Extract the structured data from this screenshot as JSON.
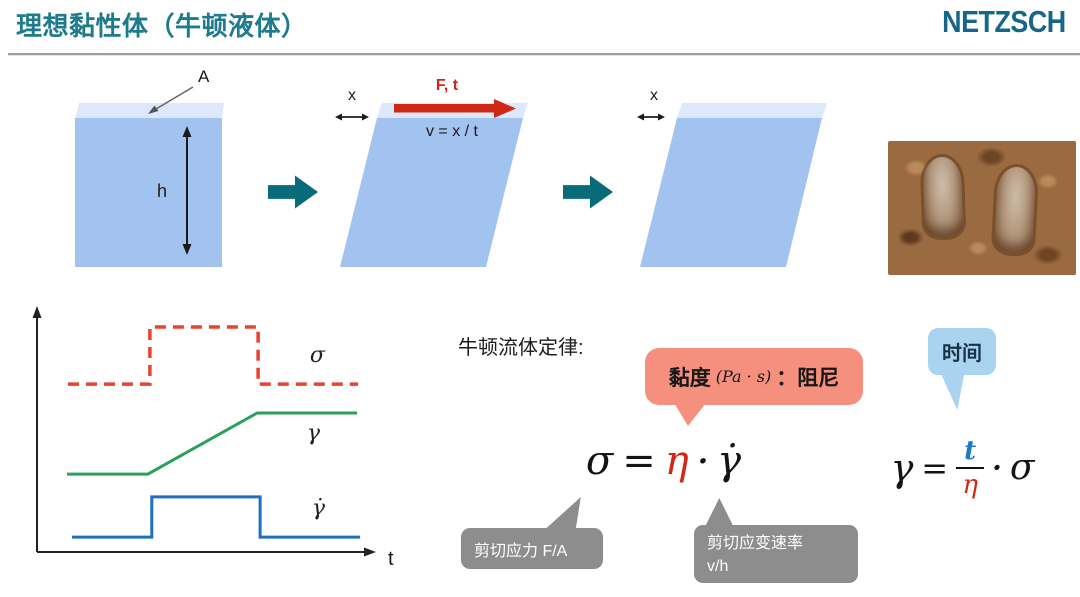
{
  "colors": {
    "title": "#1e7b8c",
    "logo": "#14678a",
    "block_body": "#a2c2f0",
    "block_top": "#dce8fb",
    "teal_arrow": "#086b79",
    "red_accent": "#d02815",
    "pink_bubble": "#f5907e",
    "blue_bubble": "#a9d3ef",
    "gray_bubble": "#8d8d8d",
    "formula_blue": "#1f78c8",
    "ink": "#1b1b1b"
  },
  "header": {
    "title": "理想黏性体（牛顿液体）",
    "logo_text": "NETZSCH"
  },
  "deformation_diagrams": {
    "block1": {
      "area_label": "A",
      "height_label": "h"
    },
    "block2": {
      "displacement_label": "x",
      "force_label": "F, t",
      "velocity_label": "v = x / t"
    },
    "block3": {
      "displacement_label": "x"
    },
    "photo_alt": "footprints-in-mud"
  },
  "chart_data": {
    "type": "line",
    "xlabel": "t",
    "ylabel": "",
    "x_range": [
      0,
      1
    ],
    "y_range": [
      0,
      1
    ],
    "grid": false,
    "legend_position": "right-of-curves",
    "series": [
      {
        "name": "σ",
        "color": "#e8432f",
        "style": "dashed",
        "points": [
          [
            0.094,
            0.706
          ],
          [
            0.342,
            0.706
          ],
          [
            0.342,
            0.949
          ],
          [
            0.67,
            0.949
          ],
          [
            0.67,
            0.706
          ],
          [
            0.973,
            0.706
          ]
        ],
        "label_pos": [
          0.827,
          0.8
        ]
      },
      {
        "name": "γ",
        "color": "#2aa05c",
        "style": "solid",
        "points": [
          [
            0.091,
            0.323
          ],
          [
            0.336,
            0.323
          ],
          [
            0.667,
            0.583
          ],
          [
            0.97,
            0.583
          ]
        ],
        "label_pos": [
          0.818,
          0.468
        ]
      },
      {
        "name": "γ̇",
        "color": "#1e6fc0",
        "style": "solid",
        "points": [
          [
            0.106,
            0.055
          ],
          [
            0.348,
            0.055
          ],
          [
            0.348,
            0.226
          ],
          [
            0.676,
            0.226
          ],
          [
            0.676,
            0.055
          ],
          [
            0.979,
            0.055
          ]
        ],
        "label_pos": [
          0.833,
          0.149
        ]
      }
    ]
  },
  "newton_law": {
    "heading": "牛顿流体定律:",
    "viscosity_callout": {
      "prefix": "黏度",
      "unit": "(Pa · s)",
      "suffix": "：阻尼"
    },
    "formula": {
      "sigma": "σ",
      "equals": "=",
      "eta": "η",
      "dot": "·",
      "gamma_dot": "γ̇"
    },
    "stress_callout": "剪切应力 F/A",
    "strain_rate_callout": {
      "line1": "剪切应变速率",
      "line2": "v/h"
    }
  },
  "time_formula": {
    "callout": "时间",
    "gamma": "γ",
    "equals": "=",
    "numerator": "t",
    "denominator": "η",
    "dot": "·",
    "sigma": "σ"
  }
}
